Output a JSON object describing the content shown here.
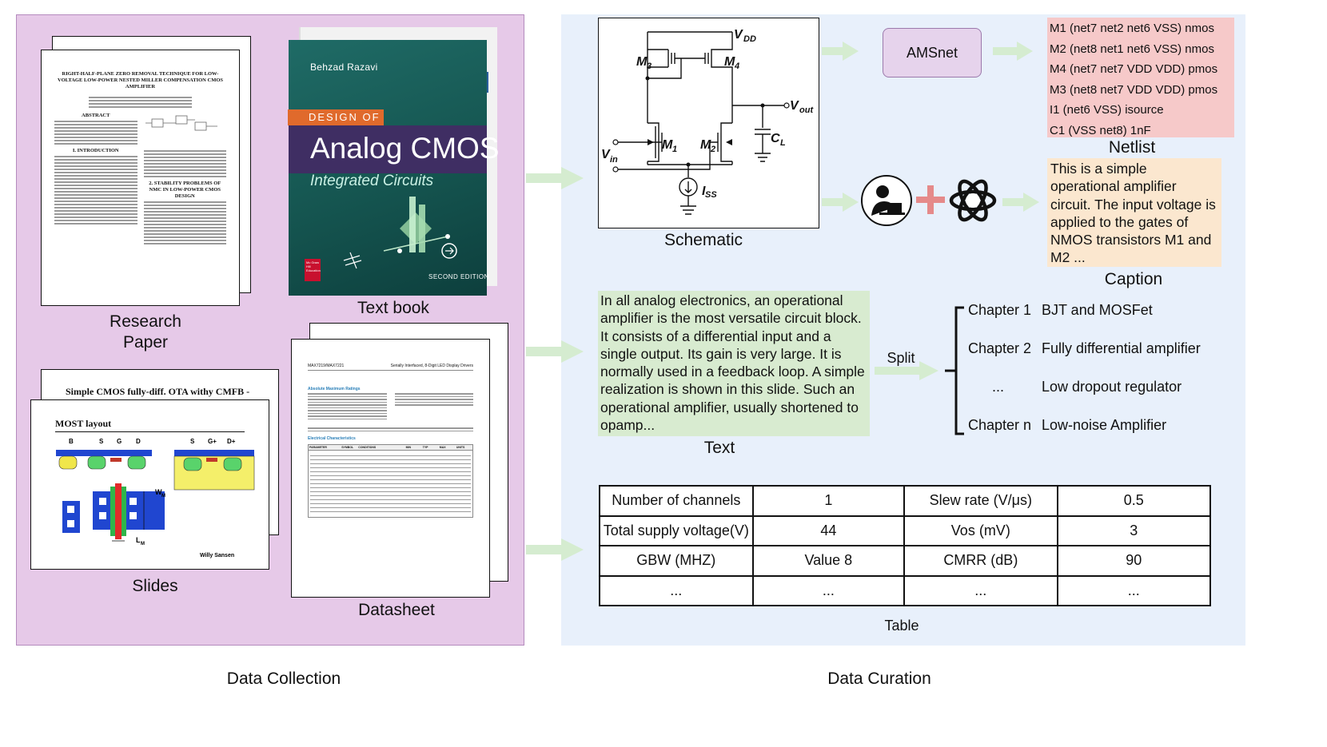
{
  "collection": {
    "research_paper": {
      "label_line1": "Research",
      "label_line2": "Paper",
      "paper_title": "RIGHT-HALF-PLANE ZERO REMOVAL TECHNIQUE FOR LOW-VOLTAGE LOW-POWER NESTED MILLER COMPENSATION CMOS AMPLIFIER",
      "abstract_heading": "ABSTRACT",
      "intro_heading": "I. INTRODUCTION",
      "section2_heading": "2. STABILITY PROBLEMS OF NMC IN LOW-POWER CMOS DESIGN"
    },
    "textbook": {
      "label": "Text book",
      "author": "Behzad Razavi",
      "design_of": "DESIGN OF",
      "title": "Analog CMOS",
      "subtitle": "Integrated Circuits",
      "edition": "SECOND EDITION",
      "publisher": "Mc Graw Hill Education"
    },
    "slides": {
      "label": "Slides",
      "back_title": "Simple CMOS fully-diff. OTA withy CMFB - 2",
      "front_title": "MOST layout",
      "terminals": [
        "B",
        "S",
        "G",
        "D",
        "S",
        "G+",
        "D+"
      ],
      "wm": "W",
      "wm_sub": "M",
      "lm": "L",
      "lm_sub": "M",
      "footer": "Willy Sansen"
    },
    "datasheet": {
      "label": "Datasheet",
      "part": "MAX7219/MAX7221",
      "desc": "Serially Interfaced, 8-Digit LED Display Drivers",
      "section1": "Absolute Maximum Ratings",
      "section2": "Electrical Characteristics",
      "col_headers": [
        "PARAMETER",
        "SYMBOL",
        "CONDITIONS",
        "MIN",
        "TYP",
        "MAX",
        "UNITS"
      ]
    },
    "title": "Data Collection"
  },
  "curation": {
    "schematic": {
      "label": "Schematic",
      "vdd": "V",
      "vdd_sub": "DD",
      "vout": "V",
      "vout_sub": "out",
      "vin": "V",
      "vin_sub": "in",
      "cl": "C",
      "cl_sub": "L",
      "iss": "I",
      "iss_sub": "SS",
      "m1": "M",
      "m1_sub": "1",
      "m2": "M",
      "m2_sub": "2",
      "m3": "M",
      "m3_sub": "3",
      "m4": "M",
      "m4_sub": "4"
    },
    "amsnet": "AMSnet",
    "netlist": {
      "label": "Netlist",
      "lines": [
        "M1 (net7 net2 net6 VSS) nmos",
        "M2 (net8 net1 net6 VSS) nmos",
        "M4 (net7 net7 VDD VDD) pmos",
        "M3 (net8 net7 VDD VDD) pmos",
        "I1 (net6 VSS) isource",
        "C1 (VSS net8) 1nF"
      ]
    },
    "caption": {
      "label": "Caption",
      "text": "This is a simple operational amplifier circuit. The input voltage is applied to the gates of NMOS transistors M1 and M2 ..."
    },
    "text": {
      "label": "Text",
      "body": "In all analog electronics, an operational amplifier is the most versatile circuit block. It consists of a differential input and a single output. Its gain is very large. It is normally used in a feedback loop. A simple realization is shown in this slide.  Such an operational amplifier, usually shortened to opamp..."
    },
    "split": "Split",
    "chapters": [
      {
        "num": "Chapter 1",
        "name": "BJT and MOSFet"
      },
      {
        "num": "Chapter 2",
        "name": "Fully differential amplifier"
      },
      {
        "num": "...",
        "name": "Low dropout regulator"
      },
      {
        "num": "Chapter n",
        "name": "Low-noise Amplifier"
      }
    ],
    "table": {
      "label": "Table",
      "rows": [
        [
          "Number of channels",
          "1",
          "Slew rate (V/μs)",
          "0.5"
        ],
        [
          "Total supply voltage(V)",
          "44",
          "Vos (mV)",
          "3"
        ],
        [
          "GBW (MHZ)",
          "Value 8",
          "CMRR (dB)",
          "90"
        ],
        [
          "...",
          "...",
          "...",
          "..."
        ]
      ]
    },
    "title": "Data Curation"
  },
  "colors": {
    "collection_bg": "#e6c9e8",
    "curation_bg": "#e8f0fb",
    "arrow": "#d5ecd0",
    "netlist_bg": "#f6c9c9",
    "caption_bg": "#fbe7cf",
    "text_bg": "#d8ebd0",
    "amsnet_bg": "#e6d3ec",
    "plus": "#e58a8a"
  }
}
